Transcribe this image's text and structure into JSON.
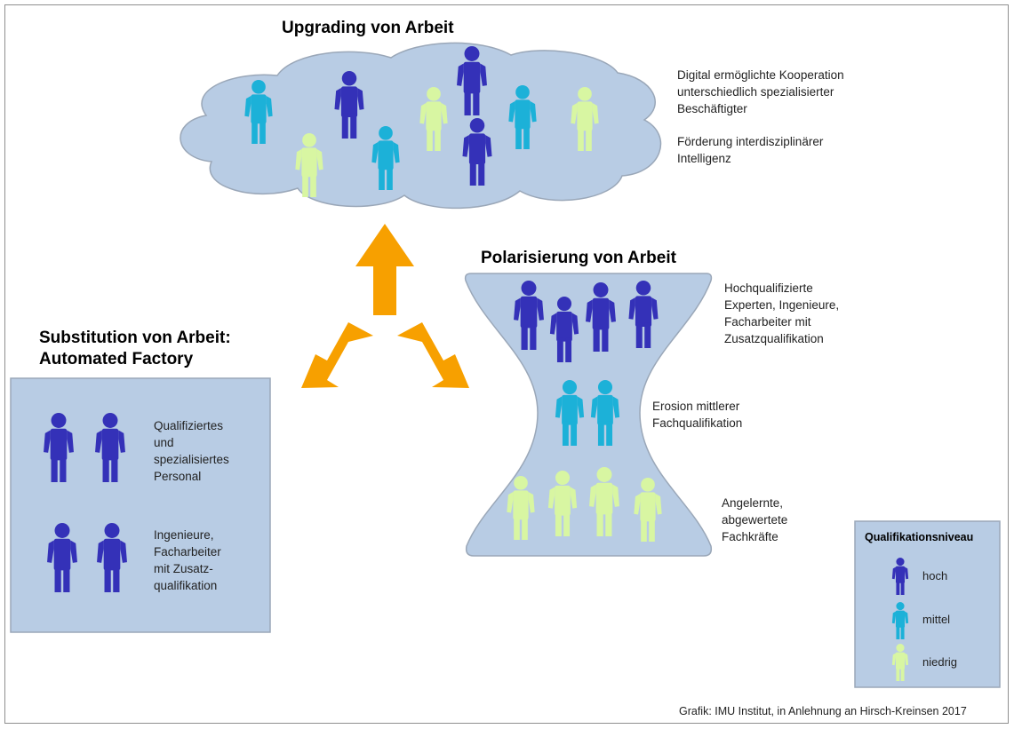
{
  "colors": {
    "hoch": "#3431b8",
    "mittel": "#1cb1d8",
    "niedrig": "#d8f6a2",
    "panel": "#b8cce4",
    "panel_border": "#9aa7b8",
    "arrow": "#f7a000"
  },
  "upgrading": {
    "title": "Upgrading von Arbeit",
    "text_1": [
      "Digital ermöglichte Kooperation",
      "unterschiedlich spezialisierter",
      "Beschäftigter"
    ],
    "text_2": [
      "Förderung interdisziplinärer",
      "Intelligenz"
    ]
  },
  "polarisierung": {
    "title": "Polarisierung von Arbeit",
    "top_text": [
      "Hochqualifizierte",
      "Experten, Ingenieure,",
      "Facharbeiter mit",
      "Zusatzqualifikation"
    ],
    "middle_text": [
      "Erosion mittlerer",
      "Fachqualifikation"
    ],
    "bottom_text": [
      "Angelernte,",
      "abgewertete",
      "Fachkräfte"
    ]
  },
  "substitution": {
    "title_line1": "Substitution von Arbeit:",
    "title_line2": "Automated Factory",
    "group1_text": [
      "Qualifiziertes",
      "und",
      "spezialisiertes",
      "Personal"
    ],
    "group2_text": [
      "Ingenieure,",
      "Facharbeiter",
      "mit Zusatz-",
      "qualifikation"
    ]
  },
  "legend": {
    "title": "Qualifikationsniveau",
    "items": [
      {
        "label": "hoch",
        "level": "hoch"
      },
      {
        "label": "mittel",
        "level": "mittel"
      },
      {
        "label": "niedrig",
        "level": "niedrig"
      }
    ]
  },
  "credit": "Grafik: IMU Institut, in Anlehnung an Hirsch-Kreinsen 2017"
}
